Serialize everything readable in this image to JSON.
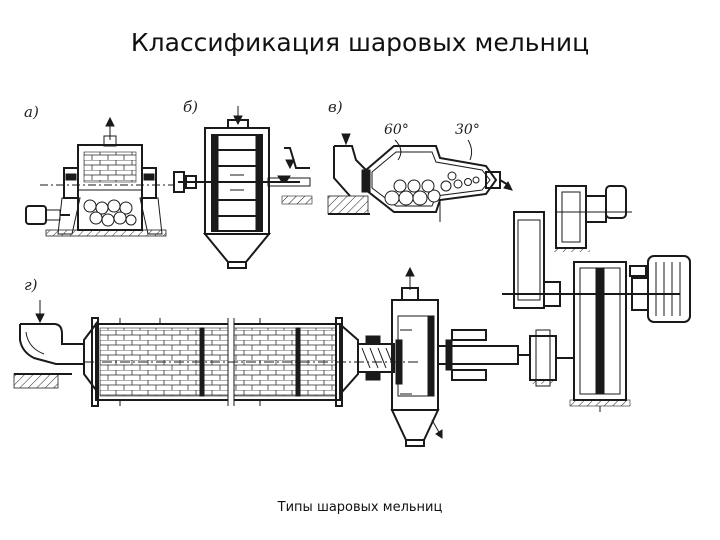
{
  "slide": {
    "title": "Классификация шаровых мельниц",
    "caption": "Типы шаровых мельниц"
  },
  "figure": {
    "labels": {
      "a": "а)",
      "b": "б)",
      "v": "в)",
      "g": "г)"
    },
    "angles": {
      "angle_1": "60°",
      "angle_2": "30°"
    }
  }
}
